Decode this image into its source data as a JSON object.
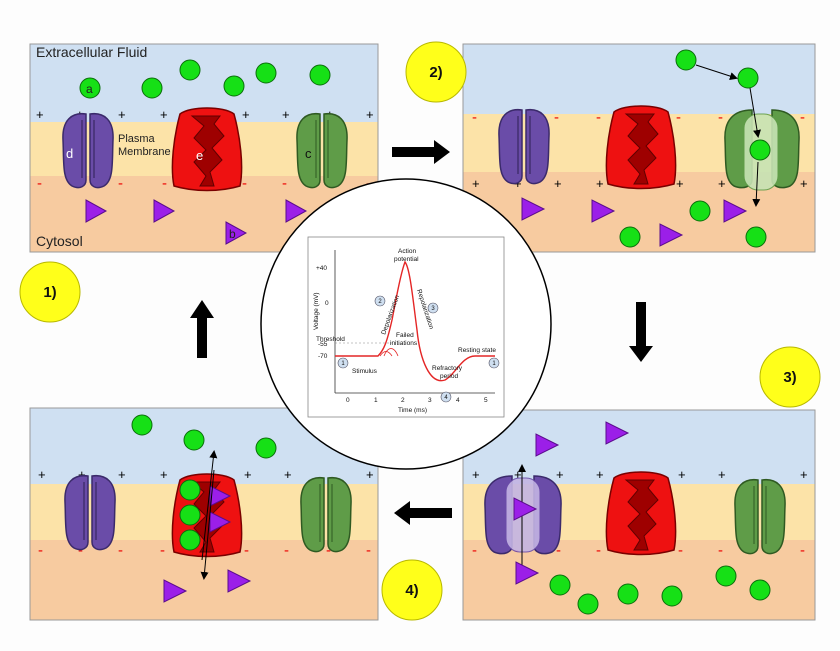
{
  "panel1": {
    "extracellular_label": "Extracellular Fluid",
    "cytosol_label": "Cytosol",
    "membrane_label_line1": "Plasma",
    "membrane_label_line2": "Membrane",
    "label_a": "a",
    "label_b": "b",
    "label_c": "c",
    "label_d": "d",
    "label_e": "e"
  },
  "steps": {
    "step1": "1)",
    "step2": "2)",
    "step3": "3)",
    "step4": "4)"
  },
  "graph": {
    "title_line1": "Action",
    "title_line2": "potential",
    "ylabel": "Voltage (mV)",
    "xlabel": "Time (ms)",
    "yticks": [
      "+40",
      "0",
      "-55",
      "-70"
    ],
    "xticks": [
      "0",
      "1",
      "2",
      "3",
      "4",
      "5"
    ],
    "threshold": "Threshold",
    "stimulus": "Stimulus",
    "depolarization": "Depolarization",
    "repolarization": "Repolarization",
    "failed_line1": "Failed",
    "failed_line2": "initiations",
    "resting": "Resting state",
    "refractory_line1": "Refractory",
    "refractory_line2": "period",
    "marker1": "1",
    "marker2": "2",
    "marker3": "3",
    "marker4": "4",
    "marker5": "1"
  },
  "symbols": {
    "plus": "+",
    "minus": "-"
  },
  "colors": {
    "extracellular": "#cfe0f2",
    "membrane": "#fce3a8",
    "cytosol": "#f7cba0",
    "ion_green": "#16e016",
    "ion_purple": "#9b1fe8",
    "channel_d": "#6a4ca8",
    "channel_e": "#ee1111",
    "channel_c": "#5f9c48",
    "step_circle": "#ffff1a",
    "arrow": "#000000"
  }
}
